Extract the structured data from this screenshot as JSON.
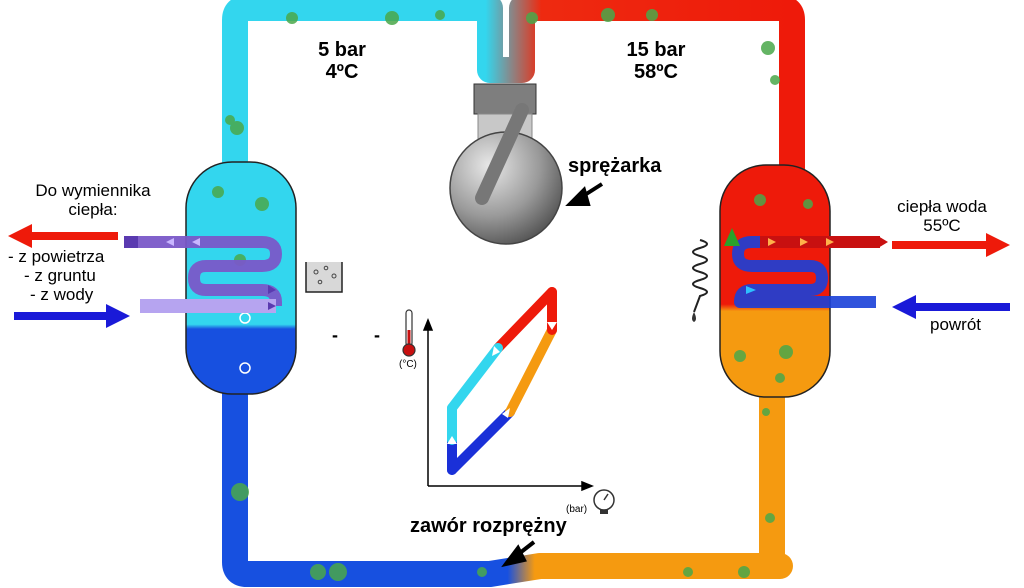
{
  "labels": {
    "low_pressure": "5 bar",
    "low_temp": "4ºC",
    "high_pressure": "15 bar",
    "high_temp": "58ºC",
    "compressor": "sprężarka",
    "expansion_valve": "zawór rozprężny",
    "source_title_1": "Do wymiennika",
    "source_title_2": "ciepła:",
    "source_air": "- z powietrza",
    "source_ground": "- z gruntu",
    "source_water": "- z wody",
    "hot_water_1": "ciepła woda",
    "hot_water_2": "55ºC",
    "return": "powrót",
    "dash_1": "-",
    "dash_2": "-",
    "temp_unit": "(°C)",
    "pressure_unit": "(bar)"
  },
  "colors": {
    "cold_liquid": "#1750e0",
    "cold_gas": "#33d6ee",
    "hot_gas": "#ee1a0a",
    "warm_liquid": "#f59a10",
    "bubble": "#4aa84a"
  }
}
